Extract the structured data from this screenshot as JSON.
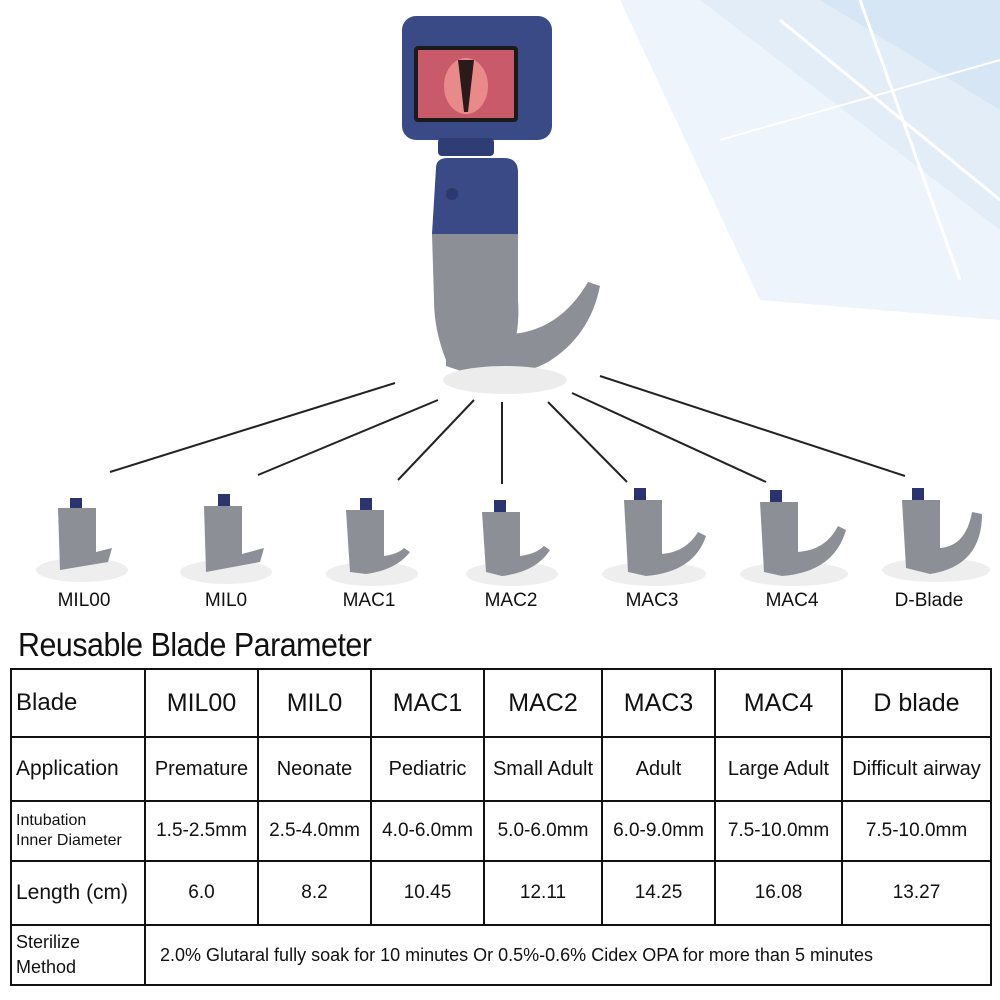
{
  "blade_labels": [
    "MIL00",
    "MIL0",
    "MAC1",
    "MAC2",
    "MAC3",
    "MAC4",
    "D-Blade"
  ],
  "section_title": "Reusable Blade Parameter",
  "table": {
    "header": {
      "label": "Blade",
      "values": [
        "MIL00",
        "MIL0",
        "MAC1",
        "MAC2",
        "MAC3",
        "MAC4",
        "D blade"
      ]
    },
    "application": {
      "label": "Application",
      "values": [
        "Premature",
        "Neonate",
        "Pediatric",
        "Small Adult",
        "Adult",
        "Large Adult",
        "Difficult airway"
      ]
    },
    "diameter": {
      "label_line1": "Intubation",
      "label_line2": "Inner Diameter",
      "values": [
        "1.5-2.5mm",
        "2.5-4.0mm",
        "4.0-6.0mm",
        "5.0-6.0mm",
        "6.0-9.0mm",
        "7.5-10.0mm",
        "7.5-10.0mm"
      ]
    },
    "length": {
      "label": "Length (cm)",
      "values": [
        "6.0",
        "8.2",
        "10.45",
        "12.11",
        "14.25",
        "16.08",
        "13.27"
      ]
    },
    "sterilize": {
      "label_line1": "Sterilize",
      "label_line2": "Method",
      "text": "2.0% Glutaral fully soak for 10 minutes Or 0.5%-0.6% Cidex OPA for more than 5 minutes"
    }
  },
  "colors": {
    "handle_navy": "#3a4a86",
    "blade_gray": "#8c9096",
    "screen_pink": "#c95a6a"
  }
}
